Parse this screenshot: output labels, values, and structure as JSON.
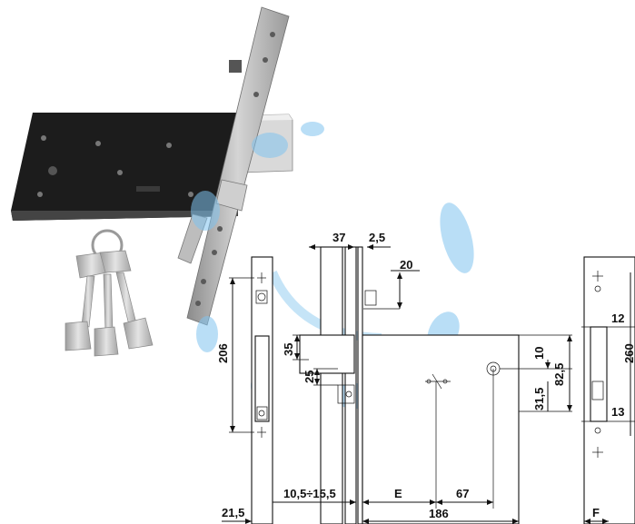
{
  "dimensions": {
    "d37": "37",
    "d2_5": "2,5",
    "d20": "20",
    "d206": "206",
    "d35": "35",
    "d25": "25",
    "d10": "10",
    "d82_5": "82,5",
    "d31_5": "31,5",
    "d10_5_15_5": "10,5÷15,5",
    "dE": "E",
    "d67": "67",
    "d21_5": "21,5",
    "d186": "186",
    "dF": "F",
    "d12": "12",
    "d260": "260",
    "d13": "13"
  },
  "colors": {
    "lock_body": "#1c1c1c",
    "faceplate": "#b9b9b9",
    "bolt": "#d9d9d9",
    "watermark": "#7fc3ee"
  }
}
